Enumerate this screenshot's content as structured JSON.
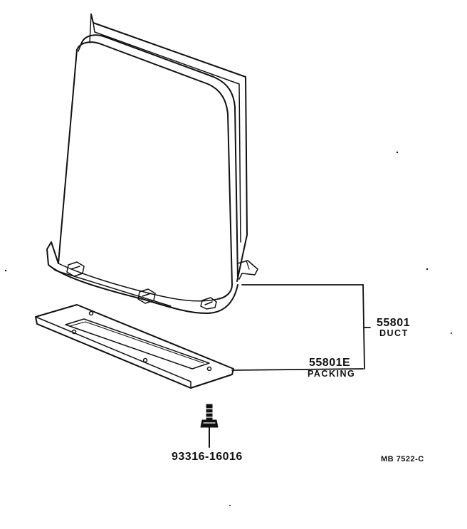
{
  "parts": {
    "duct": {
      "number": "55801",
      "name": "DUCT"
    },
    "packing": {
      "number": "55801E",
      "name": "PACKING"
    },
    "screw": {
      "number": "93316-16016"
    }
  },
  "diagram_ref": "MB 7522-C"
}
